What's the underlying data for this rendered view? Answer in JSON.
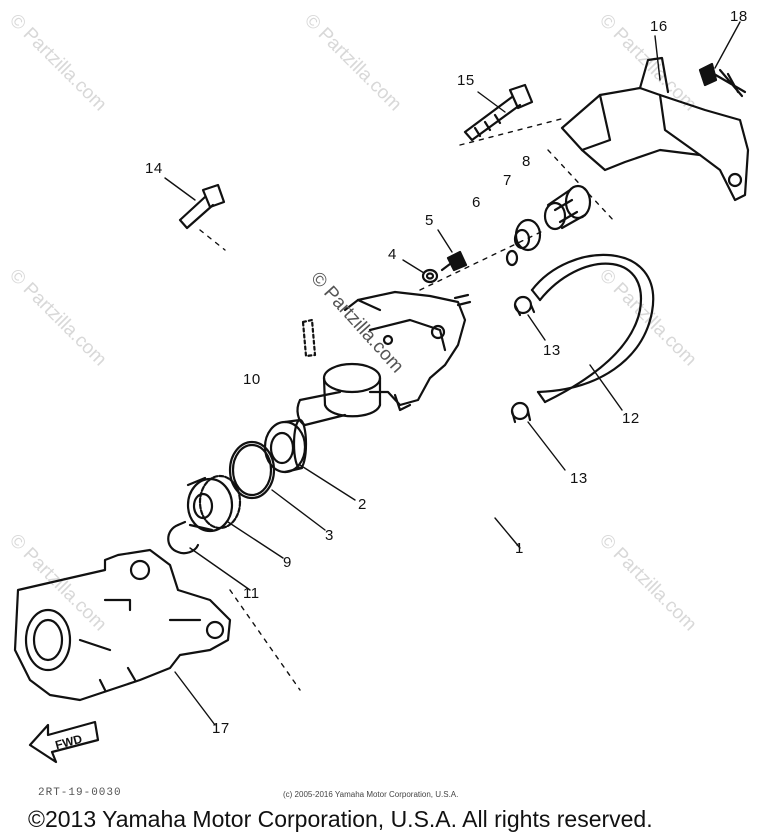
{
  "diagram": {
    "callouts": [
      {
        "id": "1",
        "label": "1"
      },
      {
        "id": "2",
        "label": "2"
      },
      {
        "id": "3",
        "label": "3"
      },
      {
        "id": "4",
        "label": "4"
      },
      {
        "id": "5",
        "label": "5"
      },
      {
        "id": "6",
        "label": "6"
      },
      {
        "id": "7",
        "label": "7"
      },
      {
        "id": "8",
        "label": "8"
      },
      {
        "id": "9",
        "label": "9"
      },
      {
        "id": "10",
        "label": "10"
      },
      {
        "id": "11",
        "label": "11"
      },
      {
        "id": "12",
        "label": "12"
      },
      {
        "id": "13a",
        "label": "13"
      },
      {
        "id": "13b",
        "label": "13"
      },
      {
        "id": "14",
        "label": "14"
      },
      {
        "id": "15",
        "label": "15"
      },
      {
        "id": "16",
        "label": "16"
      },
      {
        "id": "17",
        "label": "17"
      },
      {
        "id": "18",
        "label": "18"
      }
    ],
    "fwd_label": "FWD",
    "part_code": "2RT-19-0030",
    "watermark": "© Partzilla.com",
    "small_copyright": "(c) 2005-2016 Yamaha Motor Corporation, U.S.A.",
    "footer_copyright": "©2013 Yamaha Motor Corporation, U.S.A. All rights reserved."
  }
}
